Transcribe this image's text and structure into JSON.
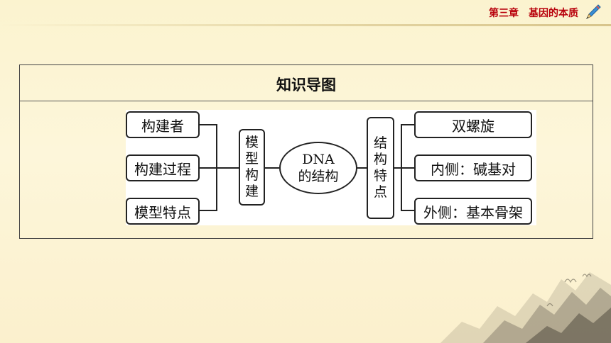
{
  "header": {
    "chapter": "第三章　基因的本质",
    "icon": "pencil-icon"
  },
  "panel": {
    "title": "知识导图"
  },
  "mindmap": {
    "left_branches": [
      "构建者",
      "构建过程",
      "模型特点"
    ],
    "left_hub": "模型构建",
    "center_line1": "DNA",
    "center_line2": "的结构",
    "right_hub": "结构特点",
    "right_branches": [
      "双螺旋",
      "内侧：碱基对",
      "外侧：基本骨架"
    ]
  },
  "colors": {
    "chapter_text": "#b8000b",
    "background": "#fbf3cf",
    "border": "#222222"
  }
}
